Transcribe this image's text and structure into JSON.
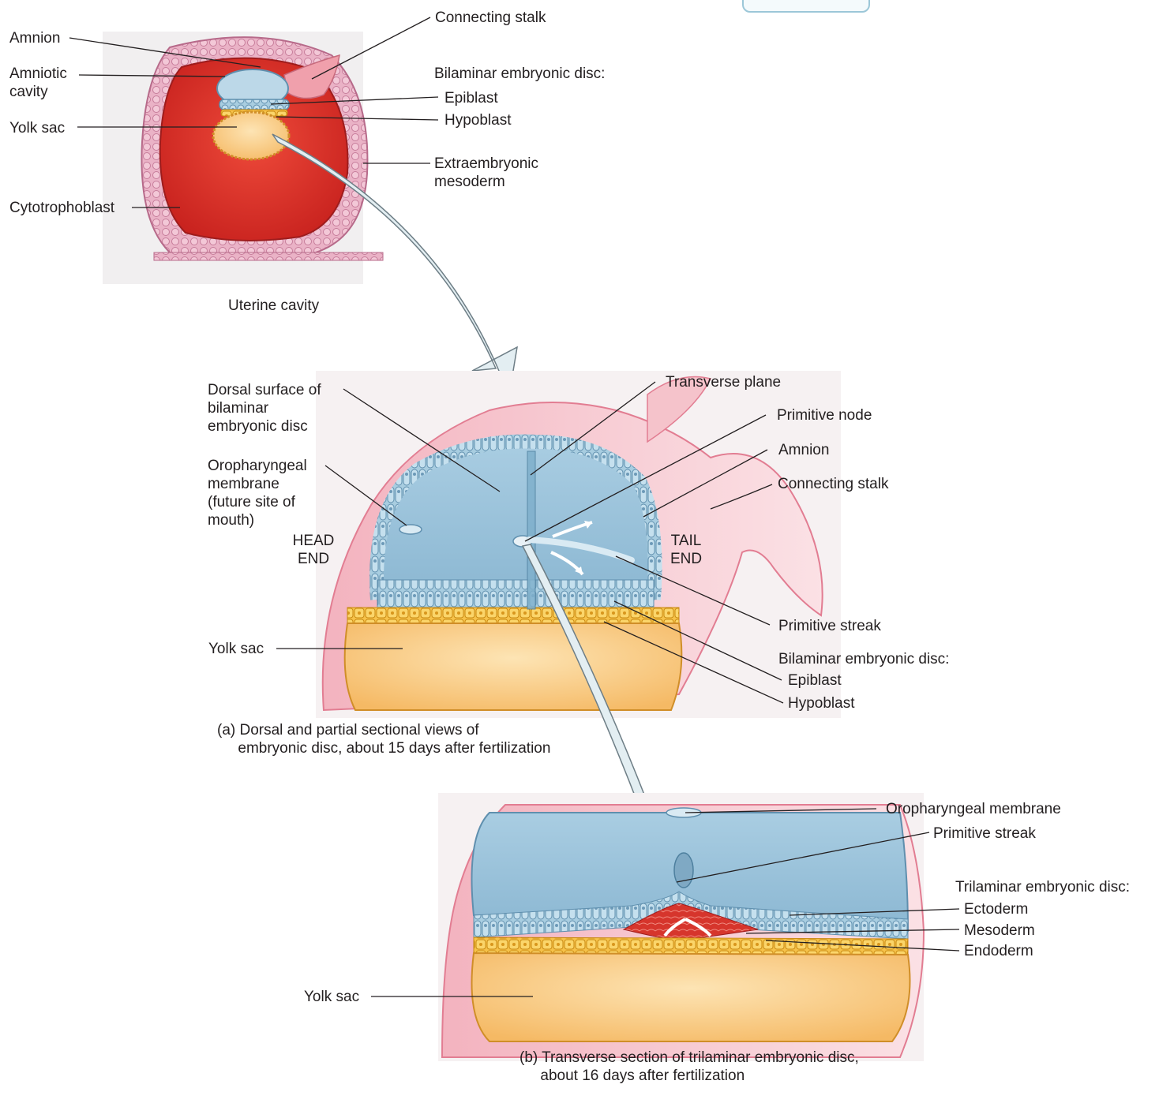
{
  "top_panel": {
    "labels": {
      "amnion": "Amnion",
      "amniotic_cavity": "Amniotic\ncavity",
      "yolk_sac": "Yolk sac",
      "cytotrophoblast": "Cytotrophoblast",
      "connecting_stalk": "Connecting stalk",
      "bilaminar_heading": "Bilaminar embryonic disc:",
      "epiblast": "Epiblast",
      "hypoblast": "Hypoblast",
      "extraembryonic_mesoderm": "Extraembryonic\nmesoderm",
      "uterine_cavity": "Uterine cavity"
    }
  },
  "panel_a": {
    "labels": {
      "dorsal_surface": "Dorsal surface of\nbilaminar\nembryonic disc",
      "oropharyngeal_membrane": "Oropharyngeal\nmembrane\n(future site of\nmouth)",
      "head_end": "HEAD\nEND",
      "tail_end": "TAIL\nEND",
      "transverse_plane": "Transverse plane",
      "primitive_node": "Primitive node",
      "amnion": "Amnion",
      "connecting_stalk": "Connecting stalk",
      "primitive_streak": "Primitive streak",
      "bilaminar_heading": "Bilaminar embryonic disc:",
      "epiblast": "Epiblast",
      "hypoblast": "Hypoblast",
      "yolk_sac": "Yolk sac"
    },
    "caption": "(a) Dorsal and partial sectional views of\n     embryonic disc, about 15 days after fertilization"
  },
  "panel_b": {
    "labels": {
      "oropharyngeal_membrane": "Oropharyngeal membrane",
      "primitive_streak": "Primitive streak",
      "trilaminar_heading": "Trilaminar embryonic disc:",
      "ectoderm": "Ectoderm",
      "mesoderm": "Mesoderm",
      "endoderm": "Endoderm",
      "yolk_sac": "Yolk sac"
    },
    "caption": "(b) Transverse section of trilaminar embryonic disc,\n     about 16 days after fertilization"
  },
  "colors": {
    "epiblast_blue": "#8fbcd6",
    "amniotic_blue": "#b9d6e6",
    "yolk_orange": "#f7c98a",
    "hypoblast_yellow": "#f2b62f",
    "chorionic_red": "#e23a2e",
    "trophoblast_pink": "#e8a0b8",
    "mesoderm_red": "#d8322a",
    "connecting_pink": "#f0a8b0",
    "arrow_fill": "#e3eef2"
  }
}
